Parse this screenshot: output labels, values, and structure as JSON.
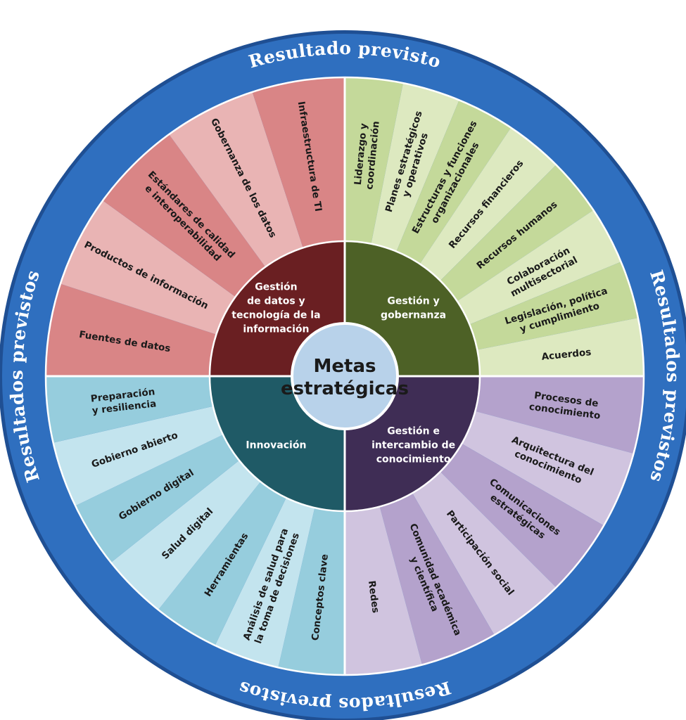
{
  "center": {
    "lines": [
      "Metas",
      "estratégicas"
    ]
  },
  "ring": {
    "top": "Resultado previsto",
    "right": "Resultados previstos",
    "bottom": "Resultados previstos",
    "left": "Resultados previstos"
  },
  "quadrants": [
    {
      "id": "datos",
      "lines": [
        "Gestión",
        "de datos y",
        "tecnología de la",
        "información"
      ],
      "core_color": "#6a1f22",
      "segment_colors": [
        "#d98586",
        "#e9b4b4"
      ],
      "segments": [
        {
          "lines": [
            "Fuentes de datos"
          ]
        },
        {
          "lines": [
            "Productos de información"
          ]
        },
        {
          "lines": [
            "Estándares de calidad",
            "e interoperabilidad"
          ]
        },
        {
          "lines": [
            "Gobernanza de los datos"
          ]
        },
        {
          "lines": [
            "Infraestructura de TI"
          ]
        }
      ]
    },
    {
      "id": "gobernanza",
      "lines": [
        "Gestión y",
        "gobernanza"
      ],
      "core_color": "#4d6126",
      "segment_colors": [
        "#c4d99a",
        "#dde9c0"
      ],
      "segments": [
        {
          "lines": [
            "Liderazgo y",
            "coordinación"
          ]
        },
        {
          "lines": [
            "Planes estratégicos",
            "y operativos"
          ]
        },
        {
          "lines": [
            "Estructuras y funciones",
            "organizacionales"
          ]
        },
        {
          "lines": [
            "Recursos financieros"
          ]
        },
        {
          "lines": [
            "Recursos humanos"
          ]
        },
        {
          "lines": [
            "Colaboración",
            "multisectorial"
          ]
        },
        {
          "lines": [
            "Legislación, política",
            "y cumplimiento"
          ]
        },
        {
          "lines": [
            "Acuerdos"
          ]
        }
      ]
    },
    {
      "id": "conocimiento",
      "lines": [
        "Gestión e",
        "intercambio de",
        "conocimiento"
      ],
      "core_color": "#3f2d55",
      "segment_colors": [
        "#b4a2cc",
        "#d0c4df"
      ],
      "segments": [
        {
          "lines": [
            "Procesos de",
            "conocimiento"
          ]
        },
        {
          "lines": [
            "Arquitectura del",
            "conocimiento"
          ]
        },
        {
          "lines": [
            "Comunicaciones",
            "estratégicas"
          ]
        },
        {
          "lines": [
            "Participación social"
          ]
        },
        {
          "lines": [
            "Comunidad académica",
            "y científica"
          ]
        },
        {
          "lines": [
            "Redes"
          ]
        }
      ]
    },
    {
      "id": "innovacion",
      "lines": [
        "Innovación"
      ],
      "core_color": "#1f5a66",
      "segment_colors": [
        "#96cddd",
        "#c3e4ee"
      ],
      "segments": [
        {
          "lines": [
            "Conceptos clave"
          ]
        },
        {
          "lines": [
            "Análisis de salud para",
            "la toma de decisiones"
          ]
        },
        {
          "lines": [
            "Herramientas"
          ]
        },
        {
          "lines": [
            "Salud digital"
          ]
        },
        {
          "lines": [
            "Gobierno digital"
          ]
        },
        {
          "lines": [
            "Gobierno abierto"
          ]
        },
        {
          "lines": [
            "Preparación",
            "y resiliencia"
          ]
        }
      ]
    }
  ],
  "colors": {
    "ring": "#2f6fbf",
    "ring_edge": "#1f4f93",
    "center": "#b8d2ea",
    "divider": "#ffffff"
  }
}
